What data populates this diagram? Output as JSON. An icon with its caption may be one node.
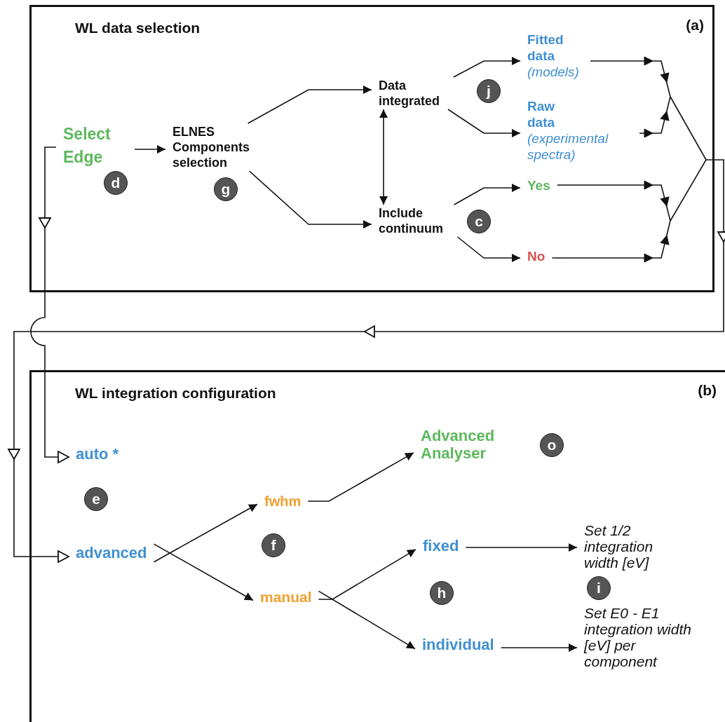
{
  "diagram": {
    "nodes": [
      {
        "text": [
          "WL data selection",
          "(a)"
        ]
      },
      {
        "text": [
          "Select Edge"
        ],
        "in": 0
      },
      {
        "text": [
          "ELNES Components selection"
        ],
        "in": 0
      },
      {
        "text": [
          "Data integrated"
        ],
        "in": 0
      },
      {
        "text": [
          "Include continuum"
        ],
        "in": 0
      },
      {
        "text": [
          "Fitted data",
          "(models)"
        ],
        "in": 0
      },
      {
        "text": [
          "Raw data",
          "(experimental spectra)"
        ],
        "in": 0
      },
      {
        "text": [
          "Yes"
        ],
        "in": 0
      },
      {
        "text": [
          "No"
        ],
        "in": 0
      },
      {
        "text": [
          "d"
        ],
        "in": 0
      },
      {
        "text": [
          "g"
        ],
        "in": 0
      },
      {
        "text": [
          "j"
        ],
        "in": 0
      },
      {
        "text": [
          "c"
        ],
        "in": 0
      },
      {
        "text": [
          "WL integration configuration",
          "(b)"
        ]
      },
      {
        "text": [
          "auto *"
        ],
        "in": 13
      },
      {
        "text": [
          "advanced"
        ],
        "in": 13
      },
      {
        "text": [
          "fwhm"
        ],
        "in": 13
      },
      {
        "text": [
          "manual"
        ],
        "in": 13
      },
      {
        "text": [
          "Advanced Analyser"
        ],
        "in": 13
      },
      {
        "text": [
          "fixed"
        ],
        "in": 13
      },
      {
        "text": [
          "individual"
        ],
        "in": 13
      },
      {
        "text": [
          "Set 1/2 integration width [eV]"
        ],
        "in": 13
      },
      {
        "text": [
          "Set E0 - E1 integration width [eV] per component"
        ],
        "in": 13
      },
      {
        "text": [
          "e"
        ],
        "in": 13
      },
      {
        "text": [
          "f"
        ],
        "in": 13
      },
      {
        "text": [
          "h"
        ],
        "in": 13
      },
      {
        "text": [
          "i"
        ],
        "in": 13
      },
      {
        "text": [
          "o"
        ],
        "in": 13
      }
    ],
    "edges": [
      {
        "from": 1,
        "to": 2,
        "arrow": "to"
      },
      {
        "from": 1,
        "to": 14,
        "arrow": "to"
      },
      {
        "from": 2,
        "to": 3,
        "arrow": "to"
      },
      {
        "from": 2,
        "to": 4,
        "arrow": "to"
      },
      {
        "from": 3,
        "to": 4,
        "arrow": "both"
      },
      {
        "from": 3,
        "to": 5,
        "arrow": "to"
      },
      {
        "from": 3,
        "to": 6,
        "arrow": "to"
      },
      {
        "from": 4,
        "to": 7,
        "arrow": "to"
      },
      {
        "from": 4,
        "to": 8,
        "arrow": "to"
      },
      {
        "from": 5,
        "to": 15,
        "arrow": "to"
      },
      {
        "from": 6,
        "to": 15,
        "arrow": "to"
      },
      {
        "from": 7,
        "to": 15,
        "arrow": "to"
      },
      {
        "from": 8,
        "to": 15,
        "arrow": "to"
      },
      {
        "from": 15,
        "to": 16,
        "arrow": "to"
      },
      {
        "from": 15,
        "to": 17,
        "arrow": "to"
      },
      {
        "from": 16,
        "to": 18,
        "arrow": "to"
      },
      {
        "from": 17,
        "to": 19,
        "arrow": "to"
      },
      {
        "from": 17,
        "to": 20,
        "arrow": "to"
      },
      {
        "from": 19,
        "to": 21,
        "arrow": "to"
      },
      {
        "from": 20,
        "to": 22,
        "arrow": "to"
      }
    ]
  }
}
